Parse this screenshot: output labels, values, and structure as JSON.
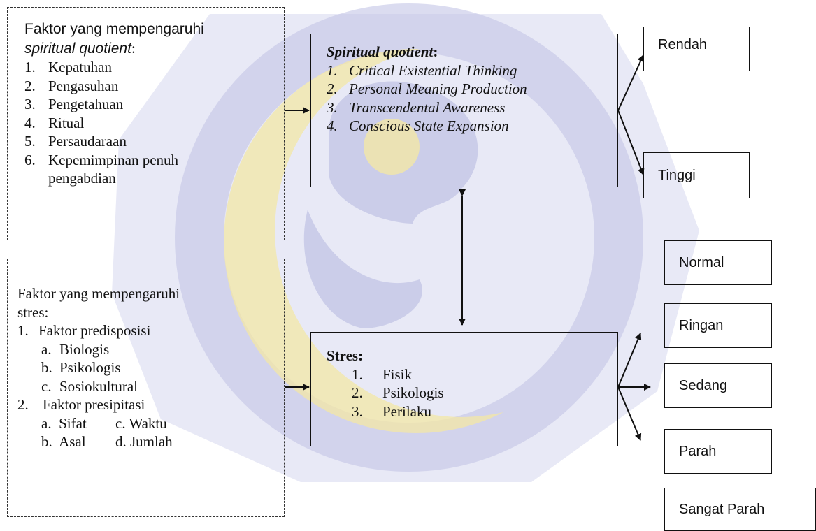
{
  "factors_sq": {
    "title_plain": "Faktor yang mempengaruhi",
    "title_italic": "spiritual quotient",
    "title_suffix": ":",
    "items": [
      {
        "n": "1.",
        "t": "Kepatuhan"
      },
      {
        "n": "2.",
        "t": "Pengasuhan"
      },
      {
        "n": "3.",
        "t": "Pengetahuan"
      },
      {
        "n": "4.",
        "t": "Ritual"
      },
      {
        "n": "5.",
        "t": "Persaudaraan"
      },
      {
        "n": "6.",
        "t": "Kepemimpinan penuh"
      },
      {
        "n": "",
        "t": "pengabdian"
      }
    ]
  },
  "factors_stress": {
    "title_line1": "Faktor yang mempengaruhi",
    "title_line2": "stres:",
    "group1": {
      "n": "1.",
      "t": "Faktor predisposisi"
    },
    "group1_items": [
      {
        "n": "a.",
        "t": "Biologis"
      },
      {
        "n": "b.",
        "t": "Psikologis"
      },
      {
        "n": "c.",
        "t": "Sosiokultural"
      }
    ],
    "group2": {
      "n": "2.",
      "t": "Faktor presipitasi"
    },
    "group2_rows": [
      {
        "left": "a.  Sifat",
        "right": "c. Waktu"
      },
      {
        "left": "b.  Asal",
        "right": "d. Jumlah"
      }
    ]
  },
  "sq_box": {
    "title": "Spiritual quotient",
    "colon": ":",
    "items": [
      {
        "n": "1.",
        "t": "Critical Existential Thinking"
      },
      {
        "n": "2.",
        "t": "Personal Meaning Production"
      },
      {
        "n": "3.",
        "t": "Transcendental Awareness"
      },
      {
        "n": "4.",
        "t": "Conscious State Expansion"
      }
    ]
  },
  "stress_box": {
    "title": "Stres:",
    "items": [
      {
        "n": "1.",
        "t": "Fisik"
      },
      {
        "n": "2.",
        "t": "Psikologis"
      },
      {
        "n": "3.",
        "t": "Perilaku"
      }
    ]
  },
  "sq_levels": [
    "Rendah",
    "Tinggi"
  ],
  "stress_levels": [
    "Normal",
    "Ringan",
    "Sedang",
    "Parah",
    "Sangat Parah"
  ],
  "colors": {
    "watermark_blue": "#c9cbe8",
    "watermark_yellow": "#f3e7a6",
    "line": "#111111"
  }
}
